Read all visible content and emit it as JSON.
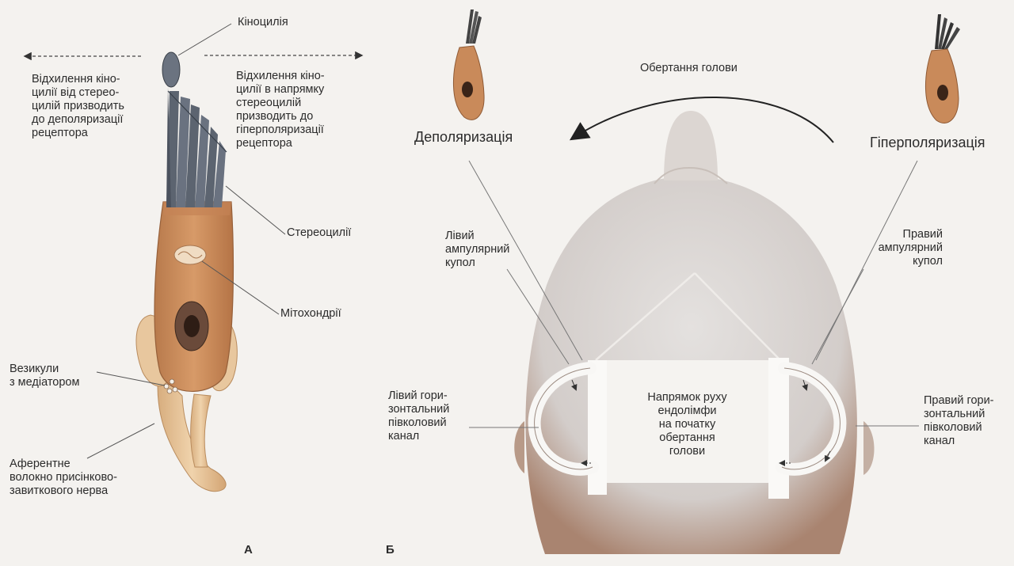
{
  "panel_a": {
    "letter": "А",
    "kinocilium": "Кіноцилія",
    "deflect_away": "Відхилення кіно-\nцилії від стерео-\nцилій призводить\nдо деполяризації\nрецептора",
    "deflect_toward": "Відхилення кіно-\nцилії в напрямку\nстереоцилій\nпризводить до\nгіперполяризації\nрецептора",
    "stereocilia": "Стереоцилії",
    "mitochondria": "Мітохондрії",
    "vesicles": "Везикули\nз медіатором",
    "afferent": "Аферентне\nволокно присінково-\nзавиткового нерва"
  },
  "panel_b": {
    "letter": "Б",
    "head_rotation": "Обертання голови",
    "depolarization": "Деполяризація",
    "hyperpolarization": "Гіперполяризація",
    "left_cupula": "Лівий\nампулярний\nкупол",
    "right_cupula": "Правий\nампулярний\nкупол",
    "left_canal": "Лівий гори-\nзонтальний\nпівколовий\nканал",
    "right_canal": "Правий гори-\nзонтальний\nпівколовий\nканал",
    "endolymph": "Напрямок руху\nендолімфи\nна початку\nобертання\nголови"
  },
  "colors": {
    "cell_body": "#c98a5a",
    "cilia": "#5c6470",
    "head": "#d6d2cf",
    "canal": "#f7f6f4"
  }
}
